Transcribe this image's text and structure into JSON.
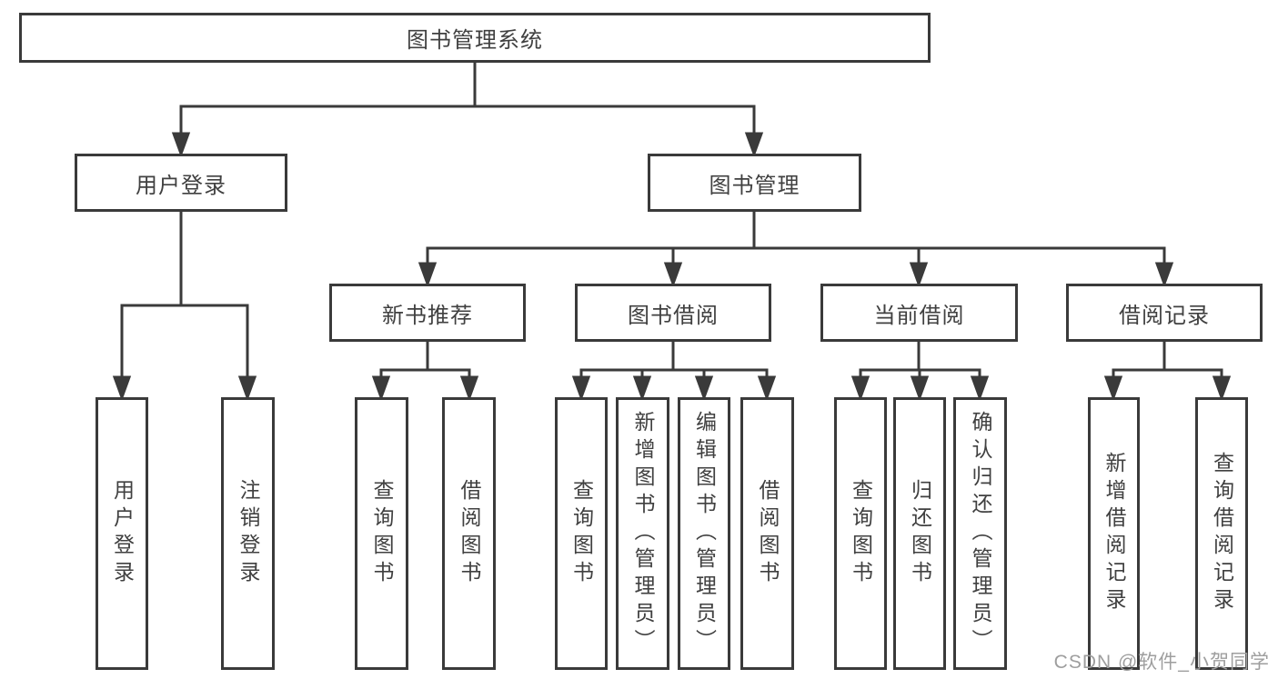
{
  "tree": {
    "label": "图书管理系统",
    "children": [
      {
        "label": "用户登录",
        "children": [
          {
            "label": "用户登录"
          },
          {
            "label": "注销登录"
          }
        ]
      },
      {
        "label": "图书管理",
        "children": [
          {
            "label": "新书推荐",
            "children": [
              {
                "label": "查询图书"
              },
              {
                "label": "借阅图书"
              }
            ]
          },
          {
            "label": "图书借阅",
            "children": [
              {
                "label": "查询图书"
              },
              {
                "label": "新增图书（管理员）"
              },
              {
                "label": "编辑图书（管理员）"
              },
              {
                "label": "借阅图书"
              }
            ]
          },
          {
            "label": "当前借阅",
            "children": [
              {
                "label": "查询图书"
              },
              {
                "label": "归还图书"
              },
              {
                "label": "确认归还（管理员）"
              }
            ]
          },
          {
            "label": "借阅记录",
            "children": [
              {
                "label": "新增借阅记录"
              },
              {
                "label": "查询借阅记录"
              }
            ]
          }
        ]
      }
    ]
  },
  "watermark": "CSDN @软件_小贺同学",
  "colors": {
    "line": "#3a3a3a",
    "text": "#404040",
    "watermark": "#9e9e9e",
    "background": "#ffffff"
  }
}
